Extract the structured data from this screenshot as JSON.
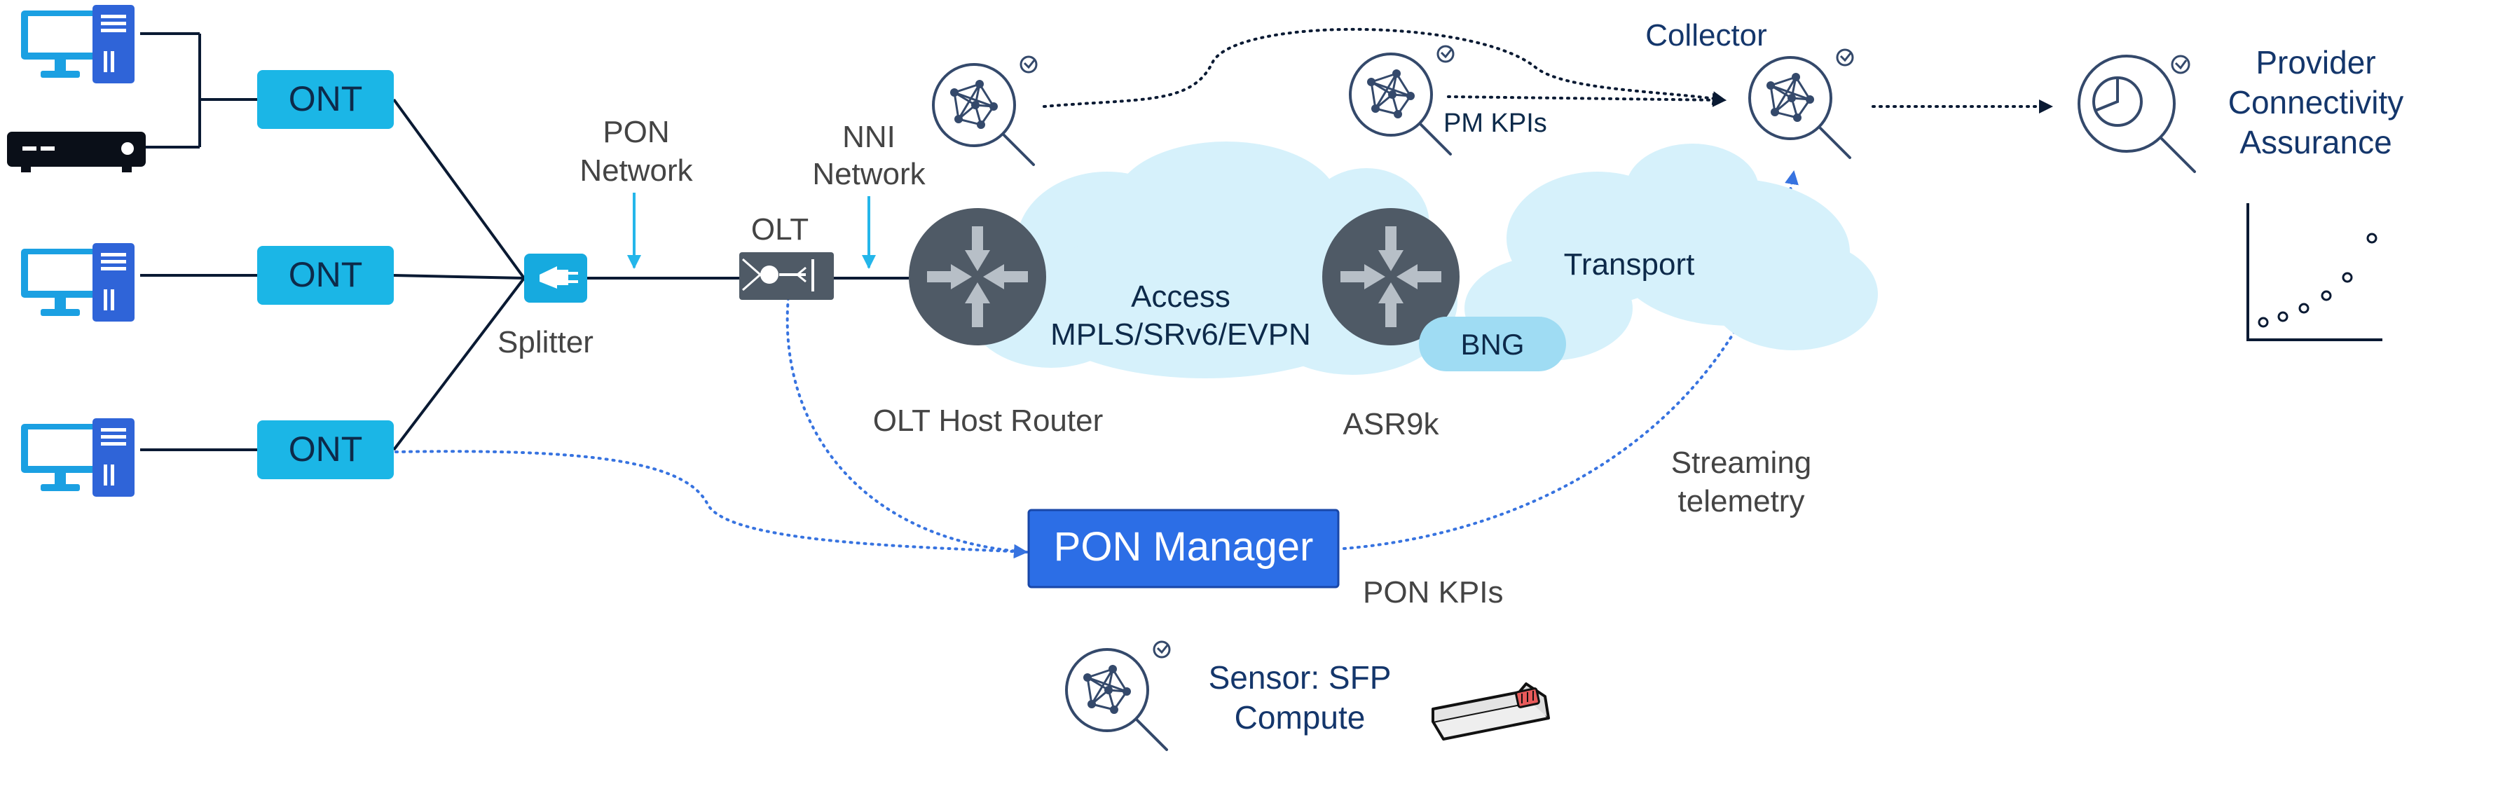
{
  "colors": {
    "ont_fill": "#1bb6e6",
    "ont_text": "#0d2a4a",
    "computer_blue": "#1ba0e2",
    "tower_blue": "#2f64d8",
    "router_gray": "#4f5a66",
    "cloud_fill": "#d6f1fb",
    "bng_fill": "#9fdcf3",
    "pon_manager_fill": "#2c6ee6",
    "pon_manager_border": "#1947a8",
    "dark_line": "#0a1a33",
    "dotted_blue": "#3773e0",
    "label_gray": "#444444",
    "navy_text": "#14366b",
    "sensor_navy": "#34496b",
    "splitter_cyan": "#16aadf",
    "arrow_cyan": "#24b6ea"
  },
  "icons": {
    "computers": "desktop-computer-icon",
    "settop": "set-top-box-icon",
    "splitter": "splitter-icon",
    "olt": "olt-icon",
    "router": "router-icon",
    "sensor": "network-sensor-icon",
    "pca": "analytics-magnifier-icon",
    "sfp": "sfp-module-icon",
    "chart": "scatter-trend-icon"
  },
  "ont": {
    "label": "ONT"
  },
  "labels": {
    "pon_network_line1": "PON",
    "pon_network_line2": "Network",
    "nni_network_line1": "NNI",
    "nni_network_line2": "Network",
    "olt": "OLT",
    "splitter": "Splitter",
    "access_line1": "Access",
    "access_line2": "MPLS/SRv6/EVPN",
    "transport": "Transport",
    "bng": "BNG",
    "olt_host_router": "OLT Host Router",
    "asr9k": "ASR9k",
    "collector": "Collector",
    "pm_kpis": "PM KPIs",
    "pca_line1": "Provider",
    "pca_line2": "Connectivity",
    "pca_line3": "Assurance",
    "streaming_line1": "Streaming",
    "streaming_line2": "telemetry",
    "pon_manager": "PON Manager",
    "pon_kpis": "PON KPIs",
    "sensor_line1": "Sensor: SFP",
    "sensor_line2": "Compute"
  }
}
